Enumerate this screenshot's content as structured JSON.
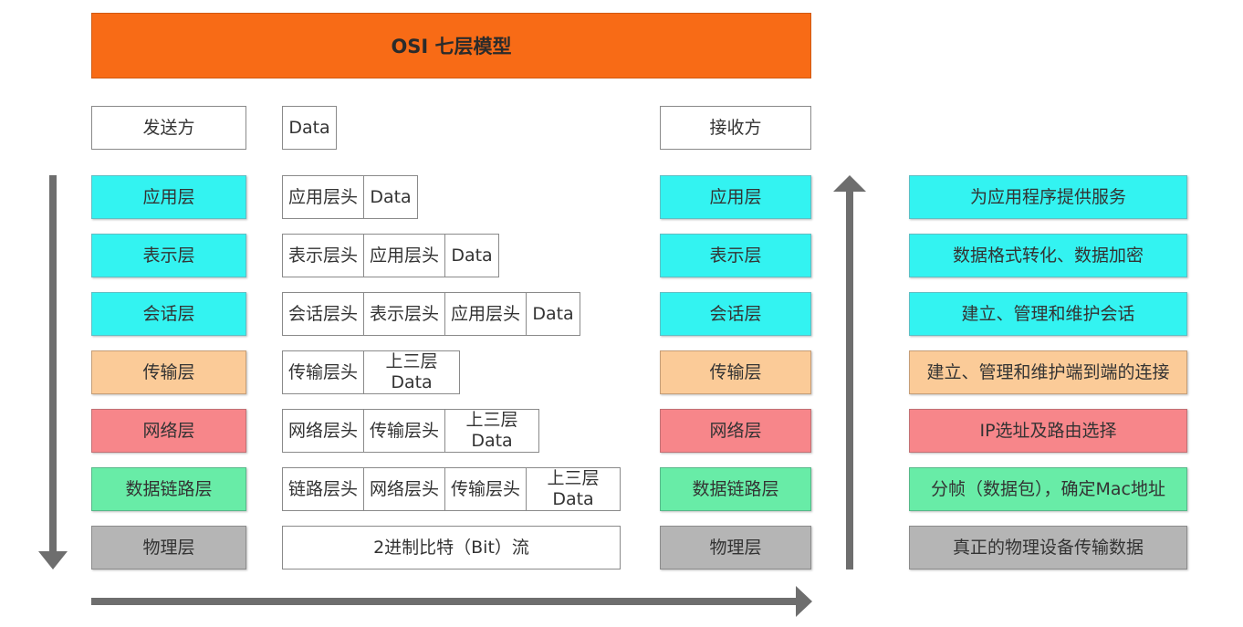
{
  "title": "OSI 七层模型",
  "sender": "发送方",
  "receiver": "接收方",
  "top_data": "Data",
  "layers": [
    {
      "name": "应用层"
    },
    {
      "name": "表示层"
    },
    {
      "name": "会话层"
    },
    {
      "name": "传输层"
    },
    {
      "name": "网络层"
    },
    {
      "name": "数据链路层"
    },
    {
      "name": "物理层"
    }
  ],
  "encap": {
    "row1": [
      "应用层头",
      "Data"
    ],
    "row2": [
      "表示层头",
      "应用层头",
      "Data"
    ],
    "row3": [
      "会话层头",
      "表示层头",
      "应用层头",
      "Data"
    ],
    "row4": [
      "传输层头"
    ],
    "row5": [
      "网络层头",
      "传输层头"
    ],
    "row6": [
      "链路层头",
      "网络层头",
      "传输层头"
    ],
    "upper_line1": "上三层",
    "upper_line2": "Data",
    "bitstream": "2进制比特（Bit）流"
  },
  "functions": [
    "为应用程序提供服务",
    "数据格式转化、数据加密",
    "建立、管理和维护会话",
    "建立、管理和维护端到端的连接",
    "IP选址及路由选择",
    "分帧（数据包），确定Mac地址",
    "真正的物理设备传输数据"
  ],
  "colors": {
    "title": "#f86b16",
    "upper_layers": "#33f3f1",
    "transport": "#fbcb98",
    "network": "#f7868a",
    "data_link": "#68eca7",
    "physical": "#b5b5b5",
    "arrows": "#6e6e6e"
  }
}
